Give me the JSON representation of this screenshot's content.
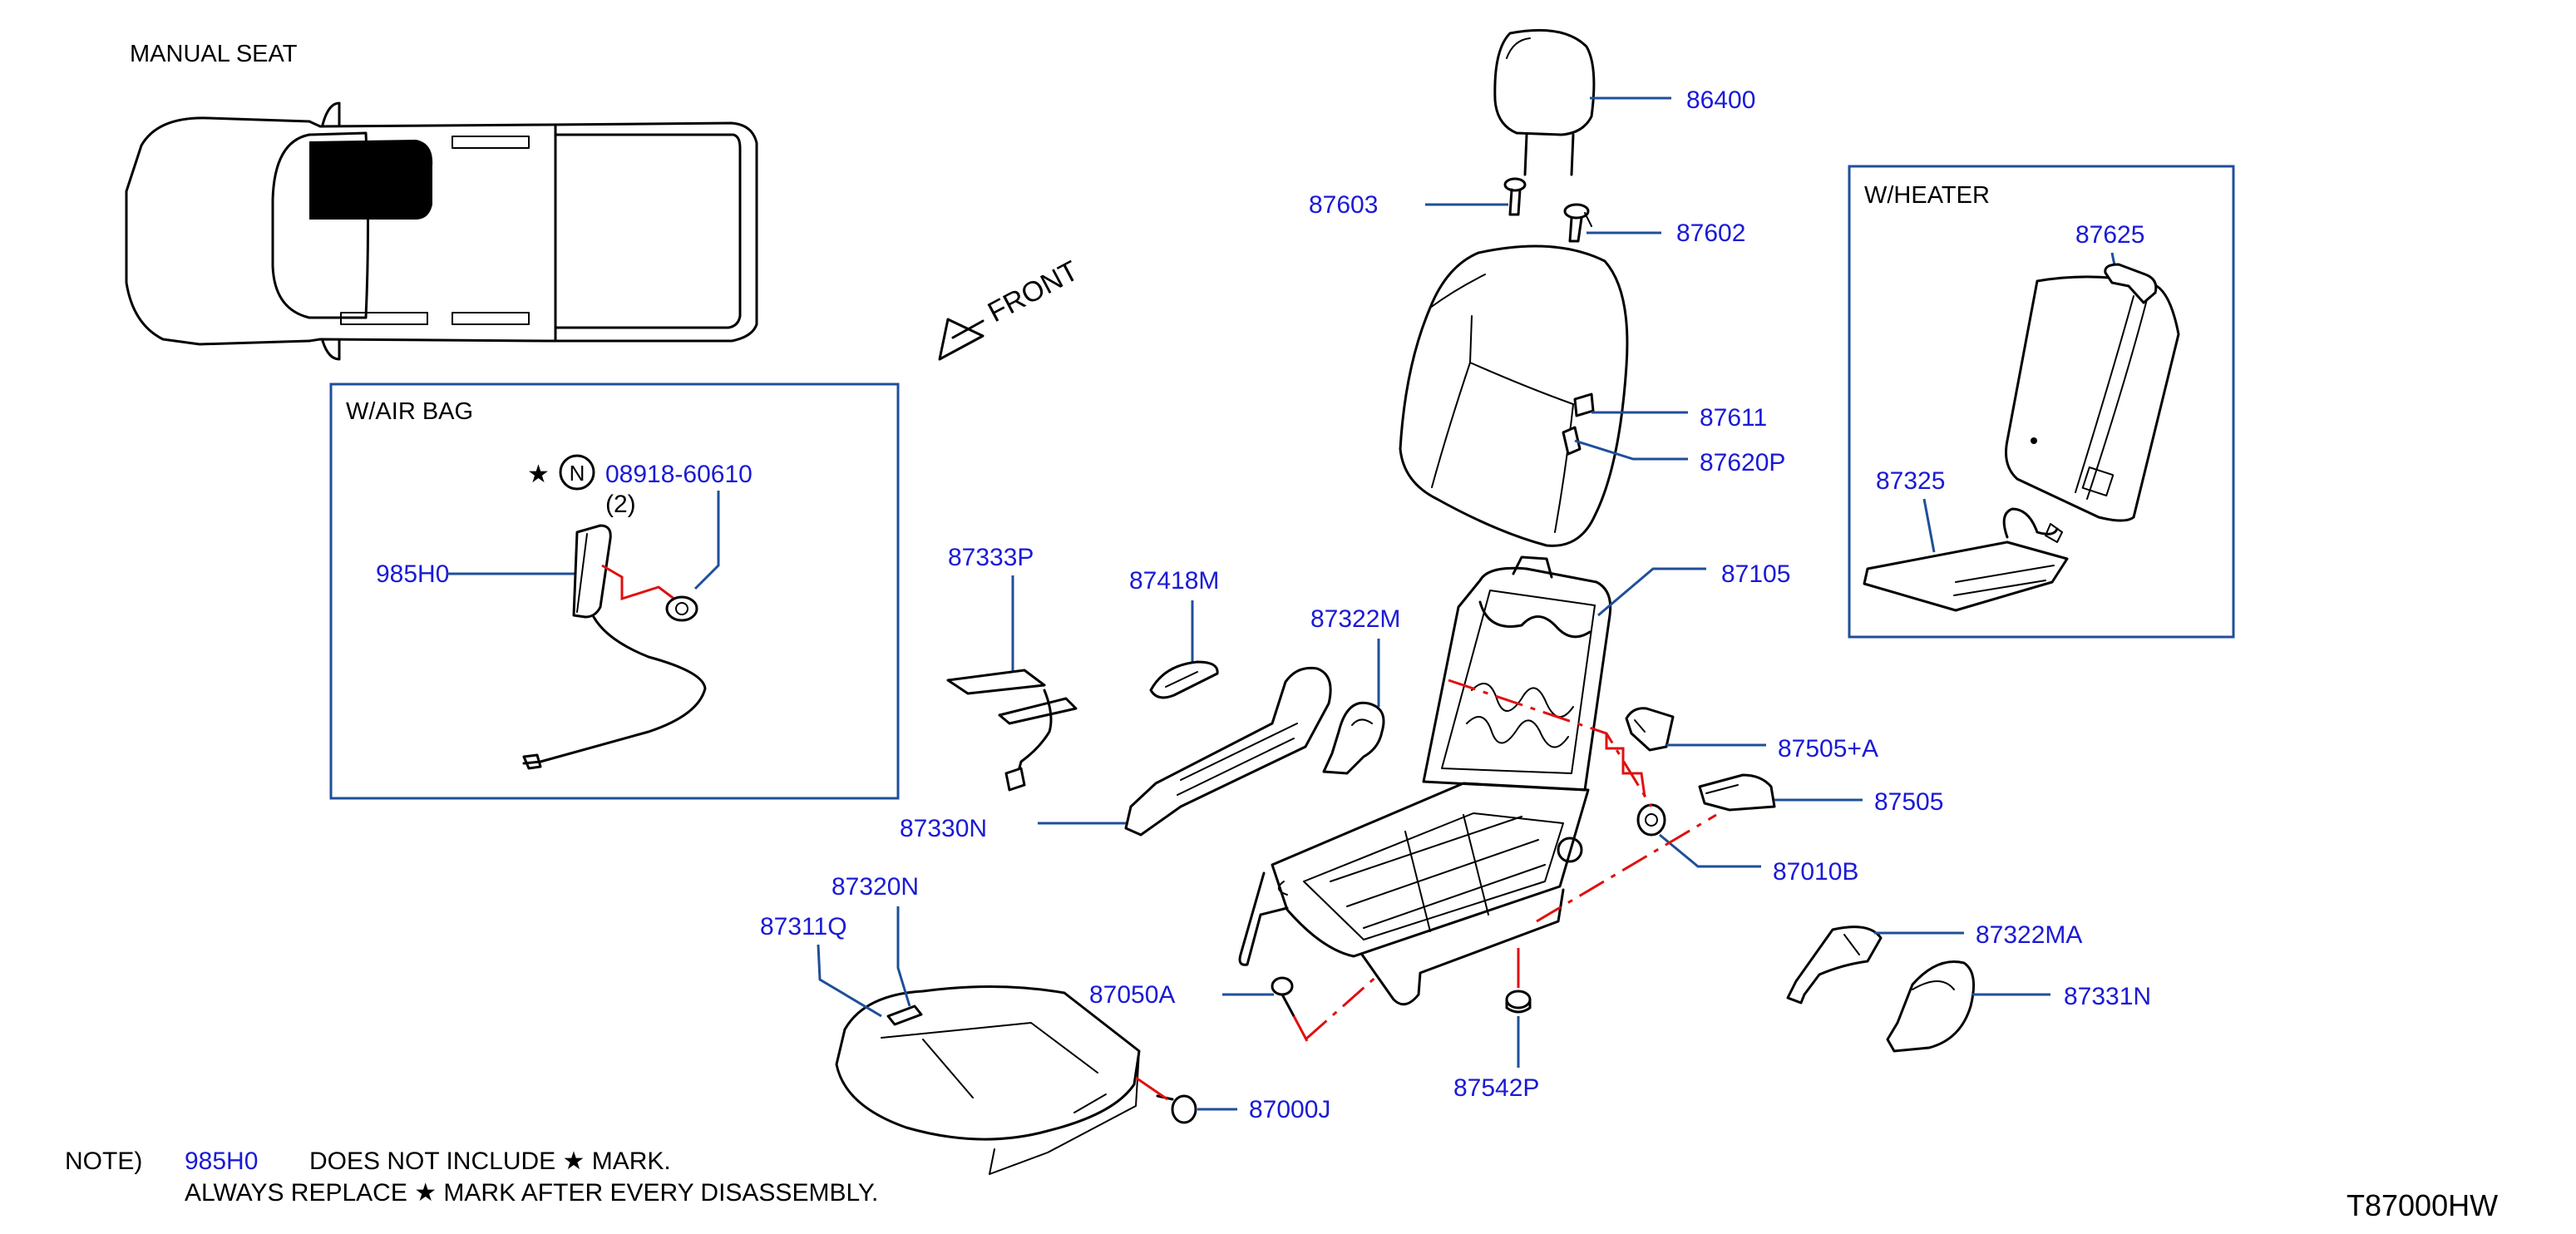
{
  "header": {
    "seat_type": "MANUAL   SEAT",
    "front_arrow": "FRONT",
    "drawing_code": "T87000HW"
  },
  "boxes": {
    "air_bag": {
      "title": "W/AIR   BAG",
      "star_glyph": "★",
      "n_symbol": "N",
      "part_number": "08918-60610",
      "qty": "(2)",
      "part_985h0": "985H0"
    },
    "heater": {
      "title": "W/HEATER",
      "part_87625": "87625",
      "part_87325": "87325"
    }
  },
  "labels": {
    "p86400": "86400",
    "p87603": "87603",
    "p87602": "87602",
    "p87611": "87611",
    "p87620P": "87620P",
    "p87105": "87105",
    "p87333P": "87333P",
    "p87418M": "87418M",
    "p87322M": "87322M",
    "p87505A": "87505+A",
    "p87505": "87505",
    "p87010B": "87010B",
    "p87330N": "87330N",
    "p87320N": "87320N",
    "p87311Q": "87311Q",
    "p87050A": "87050A",
    "p87322MA": "87322MA",
    "p87331N": "87331N",
    "p87542P": "87542P",
    "p87000J": "87000J"
  },
  "note": {
    "prefix": "NOTE)",
    "ref": "985H0",
    "line1": "DOES   NOT   INCLUDE   ★ MARK.",
    "line2": "ALWAYS   REPLACE   ★ MARK   AFTER   EVERY   DISASSEMBLY."
  }
}
